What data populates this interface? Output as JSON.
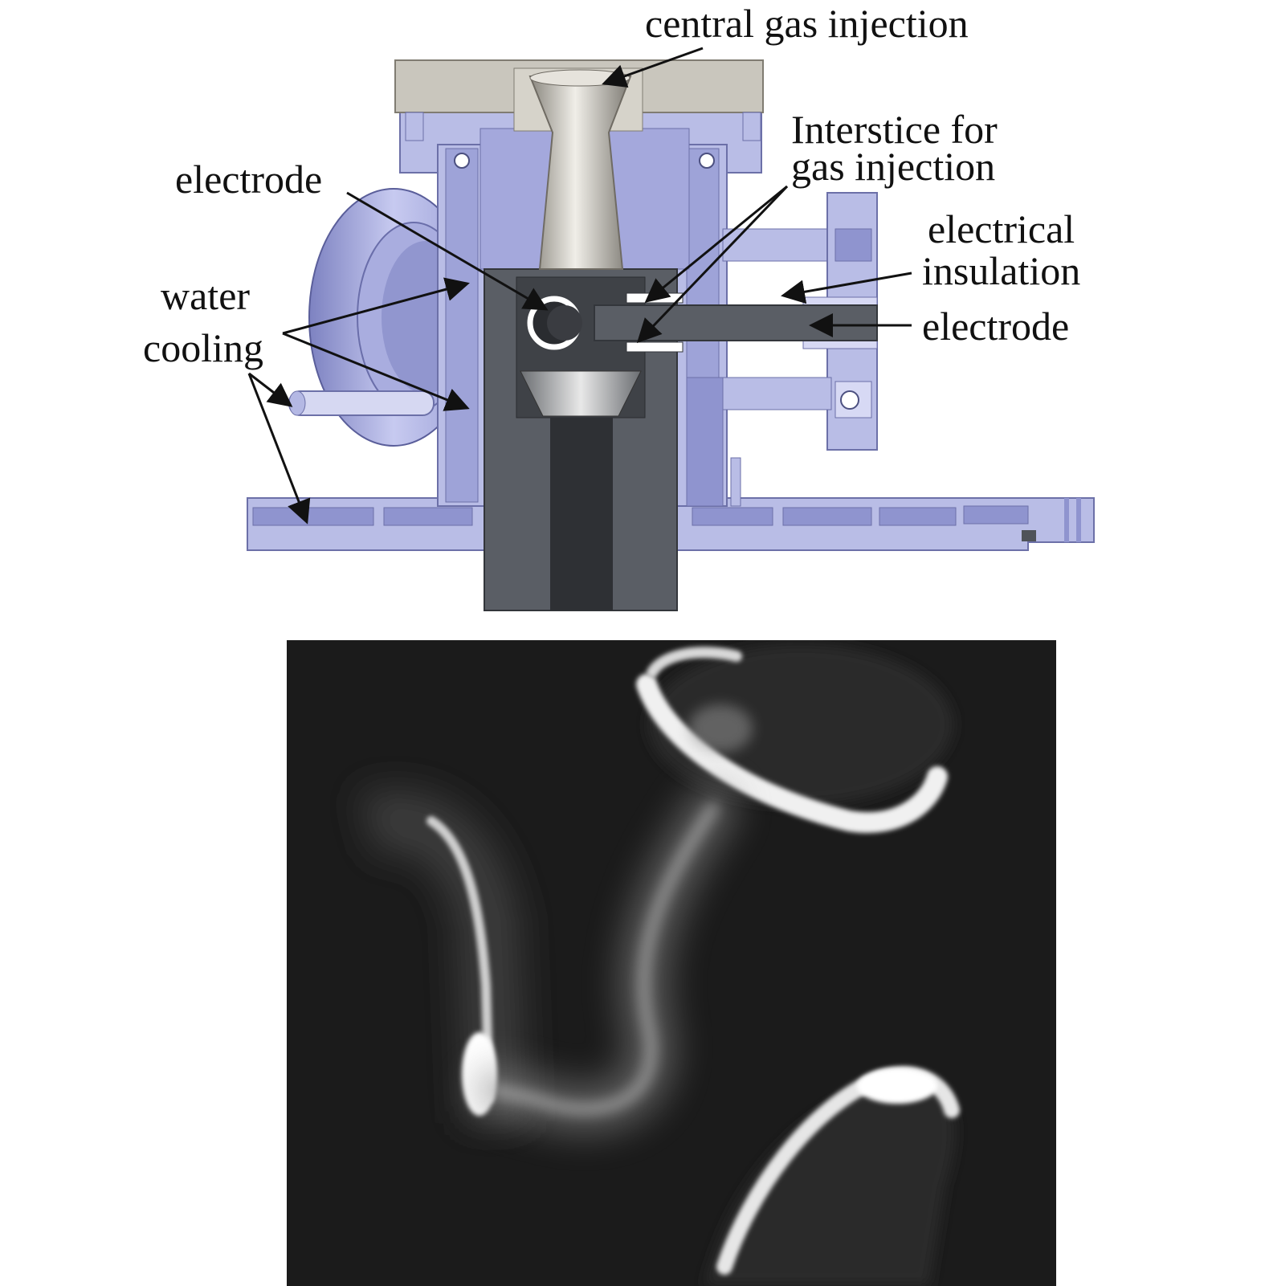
{
  "labels": {
    "central_gas_injection": "central gas injection",
    "electrode_left": "electrode",
    "interstice_line1": "Interstice for",
    "interstice_line2": "gas injection",
    "electrical_line1": "electrical",
    "electrical_line2": "insulation",
    "electrode_right": "electrode",
    "water": "water",
    "cooling": "cooling"
  },
  "colors": {
    "housing_blue": "#b9bde6",
    "housing_dark_blue": "#8f94cf",
    "cap_gray": "#c9c6bd",
    "electrode_dark": "#4f5359",
    "photo_background": "#1b1b1b",
    "plasma_glow": "#f4f4f4"
  }
}
